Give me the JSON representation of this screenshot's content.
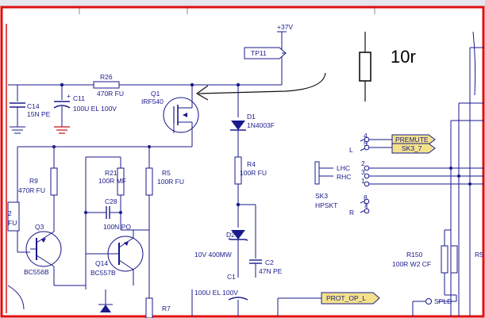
{
  "colors": {
    "frame": "#e01010",
    "wire": "#1a1a8c",
    "component": "#1a1a8c",
    "net_tag_fill": "#f3e28a",
    "diode_fill": "#1a1a8c"
  },
  "supply": {
    "label": "+37V"
  },
  "testpoint": {
    "label": "TP11"
  },
  "annotation": {
    "resistor_value": "10r"
  },
  "components": {
    "r26": {
      "ref": "R26",
      "value": "470R FU"
    },
    "c14": {
      "ref": "C14",
      "value": "15N PE"
    },
    "c11": {
      "ref": "C11",
      "value": "100U EL 100V",
      "polarity": "+"
    },
    "q1": {
      "ref": "Q1",
      "value": "IRF540"
    },
    "d1": {
      "ref": "D1",
      "value": "1N4003F"
    },
    "r9": {
      "ref": "R9",
      "value": "470R FU"
    },
    "r21": {
      "ref": "R21",
      "value": "100R MF"
    },
    "r5": {
      "ref": "R5",
      "value": "100R FU"
    },
    "r4": {
      "ref": "R4",
      "value": "100R FU"
    },
    "c28": {
      "ref": "C28",
      "value": "100N PO"
    },
    "q3": {
      "ref": "Q3",
      "value": "BC556B"
    },
    "q14": {
      "ref": "Q14",
      "value": "BC557B"
    },
    "d2": {
      "ref": "D2",
      "value": "10V 400MW"
    },
    "c2": {
      "ref": "C2",
      "value": "47N PE"
    },
    "c1": {
      "ref": "C1",
      "value": "100U EL 100V"
    },
    "r7": {
      "ref": "R7"
    },
    "r150": {
      "ref": "R150",
      "value": "100R W2 CF"
    },
    "r5_right": {
      "ref": "R5"
    },
    "left_cut_resistor": {
      "value_fragment_1": "2",
      "value_fragment_2": "FU"
    }
  },
  "connector": {
    "ref": "SK3",
    "value": "HPSKT",
    "pins": [
      {
        "name": "LHC",
        "number": "2"
      },
      {
        "name": "RHC",
        "number": "3"
      },
      {
        "name": "",
        "number": "1"
      }
    ],
    "left_jack": {
      "label": "L",
      "pin_top": "4",
      "pin_bottom": "5"
    },
    "right_jack": {
      "label": "R",
      "pin_top": "8",
      "pin_bottom": "7"
    }
  },
  "net_tags": [
    {
      "label": "PREMUTE"
    },
    {
      "label": "SK3_7"
    },
    {
      "label": "PROT_OP_L"
    }
  ],
  "spld": {
    "label": "SPLD"
  }
}
